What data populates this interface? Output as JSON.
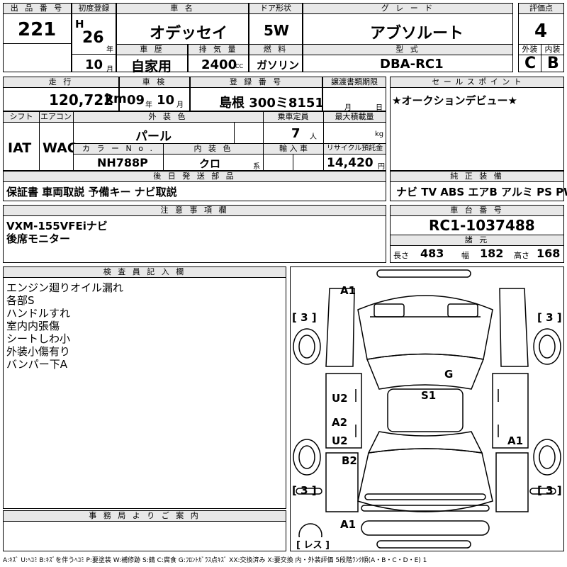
{
  "headers": {
    "lot_no": "出 品 番 号",
    "first_reg": "初度登録",
    "car_name": "車 名",
    "door": "ドア形状",
    "grade": "グ レ ー ド",
    "score": "評価点",
    "history": "車 歴",
    "displacement": "排 気 量",
    "fuel": "燃 料",
    "model": "型 式",
    "exterior": "外装",
    "interior": "内装",
    "mileage": "走 行",
    "inspection": "車 検",
    "reg_no": "登 録 番 号",
    "transfer": "譲渡書類期限",
    "sales_point": "セ ー ル ス ポ イ ン ト",
    "shift": "シフト",
    "aircon": "エアコン",
    "color": "外 装 色",
    "capacity": "乗車定員",
    "max_load": "最大積載量",
    "color_no": "カ ラ ー N o .",
    "int_color": "内 装 色",
    "import": "輸 入 車",
    "recycle": "リサイクル預託金",
    "later_parts": "後 日 発 送 部 品",
    "genuine": "純 正 装 備",
    "notes": "注 意 事 項 欄",
    "chassis_no": "車 台 番 号",
    "dims": "諸 元",
    "inspector": "検 査 員 記 入 欄",
    "office": "事 務 局 よ り ご 案 内"
  },
  "lot_no": "221",
  "first_reg": {
    "era": "H",
    "year": "26",
    "year_unit": "年",
    "month": "10",
    "month_unit": "月"
  },
  "car_name": "オデッセイ",
  "door": "5W",
  "grade": "アブソルート",
  "score": "4",
  "history": "自家用",
  "displacement": "2400",
  "displacement_unit": "CC",
  "fuel": "ガソリン",
  "model": "DBA-RC1",
  "exterior": "C",
  "interior": "B",
  "mileage": "120,722",
  "mileage_unit": "km",
  "inspection": {
    "year": "09",
    "year_unit": "年",
    "month": "10",
    "month_unit": "月"
  },
  "reg_no": "島根 300ミ8151",
  "transfer": {
    "month_unit": "月",
    "day_unit": "日"
  },
  "sales_point": "★オークションデビュー★",
  "shift": "IAT",
  "aircon": "WAC",
  "color": "パール",
  "capacity": "7",
  "capacity_unit": "人",
  "max_load_unit": "kg",
  "color_no": "NH788P",
  "int_color": "クロ",
  "int_color_unit": "系",
  "recycle": "14,420",
  "recycle_unit": "円",
  "later_parts": "保証書 車両取説 予備キー ナビ取説",
  "genuine": "ナビ  TV  ABS  エアB  アルミ  PS  PW",
  "notes": [
    "VXM-155VFEiナビ",
    "後席モニター"
  ],
  "chassis_no": "RC1-1037488",
  "dims": {
    "length_label": "長さ",
    "length": "483",
    "width_label": "幅",
    "width": "182",
    "height_label": "高さ",
    "height": "168"
  },
  "inspector_notes": [
    "エンジン廻りオイル漏れ",
    "各部S",
    "ハンドルすれ",
    "室内内張傷",
    "シートしわ小",
    "外装小傷有り",
    "バンパー下A"
  ],
  "diagram": {
    "front_bumper": "A1",
    "rear_bumper": "A1",
    "left_front_tire": "[ 3 ]",
    "right_front_tire": "[ 3 ]",
    "left_rear_tire": "[ 3 ]",
    "right_rear_tire": "[ 3 ]",
    "spare": "[ レス ]",
    "roof": "S1",
    "windshield": "G",
    "left_front_door": "U2",
    "left_rear_door_a": "A2",
    "left_rear_door_u": "U2",
    "left_quarter": "B2",
    "right_quarter": "A1"
  },
  "legend": "A:ｷｽﾞ  U:ﾍｺﾐ  B:ｷｽﾞを伴うﾍｺﾐ  P:要塗装  W:補修跡  S:錆  C:腐食  G:ﾌﾛﾝﾄｶﾞﾗｽ点ｷｽﾞ  XX:交換済み  X:要交換   内・外装評価  5段階ﾗﾝｸ順(A・B・C・D・E) 1"
}
